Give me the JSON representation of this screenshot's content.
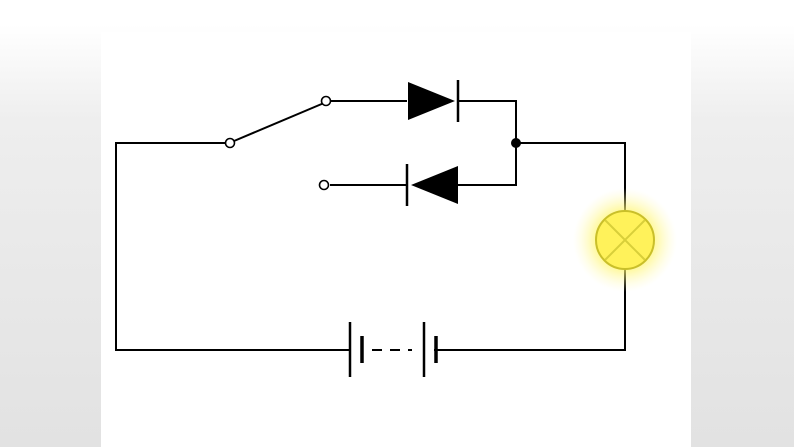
{
  "diagram": {
    "type": "circuit-schematic",
    "components": [
      {
        "name": "single-pole-double-throw-switch",
        "icon": "spdt-switch-icon"
      },
      {
        "name": "diode-forward",
        "icon": "diode-icon",
        "orientation": "right"
      },
      {
        "name": "diode-reverse",
        "icon": "diode-icon",
        "orientation": "left"
      },
      {
        "name": "junction",
        "icon": "junction-dot-icon"
      },
      {
        "name": "lamp",
        "icon": "lamp-icon",
        "state": "lit"
      },
      {
        "name": "battery",
        "icon": "battery-icon",
        "cells": 2
      }
    ],
    "colors": {
      "wire": "#000000",
      "lamp_fill": "#fff25a",
      "lamp_glow": "#fff34a",
      "panel": "#ffffff",
      "background": "#e6e6e6"
    }
  }
}
